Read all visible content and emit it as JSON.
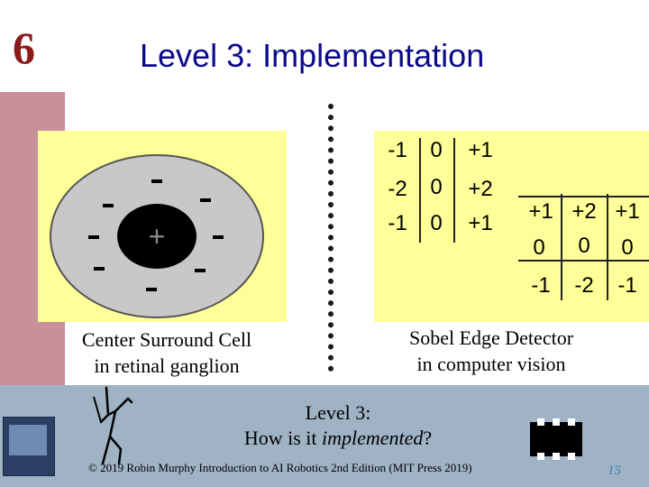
{
  "header": {
    "chapter_number": "6",
    "title": "Level 3: Implementation"
  },
  "center_surround": {
    "center_symbol": "+",
    "surround_symbol": "-",
    "caption_line1": "Center Surround Cell",
    "caption_line2": "in retinal ganglion"
  },
  "sobel": {
    "kernel_vertical": [
      [
        "-1",
        "0",
        "+1"
      ],
      [
        "-2",
        "0",
        "+2"
      ],
      [
        "-1",
        "0",
        "+1"
      ]
    ],
    "kernel_horizontal": [
      [
        "+1",
        "+2",
        "+1"
      ],
      [
        "0",
        "0",
        "0"
      ],
      [
        "-1",
        "-2",
        "-1"
      ]
    ],
    "caption_line1": "Sobel Edge Detector",
    "caption_line2": "in computer vision"
  },
  "footer": {
    "heading_line1": "Level 3:",
    "heading_line2_prefix": "How is it ",
    "heading_line2_emph": "implemented",
    "heading_line2_suffix": "?",
    "copyright": "© 2019 Robin Murphy Introduction to AI Robotics 2nd Edition (MIT Press 2019)",
    "page_number": "15"
  },
  "colors": {
    "yellow_bg": "#ffff99",
    "left_bar": "#c8909a",
    "bottom_bar": "#9fb3c5",
    "title_blue": "#0a0a8a",
    "chapter_red": "#8b1a1a"
  },
  "icons": [
    "book-cover-icon",
    "neuron-icon",
    "chip-icon"
  ]
}
